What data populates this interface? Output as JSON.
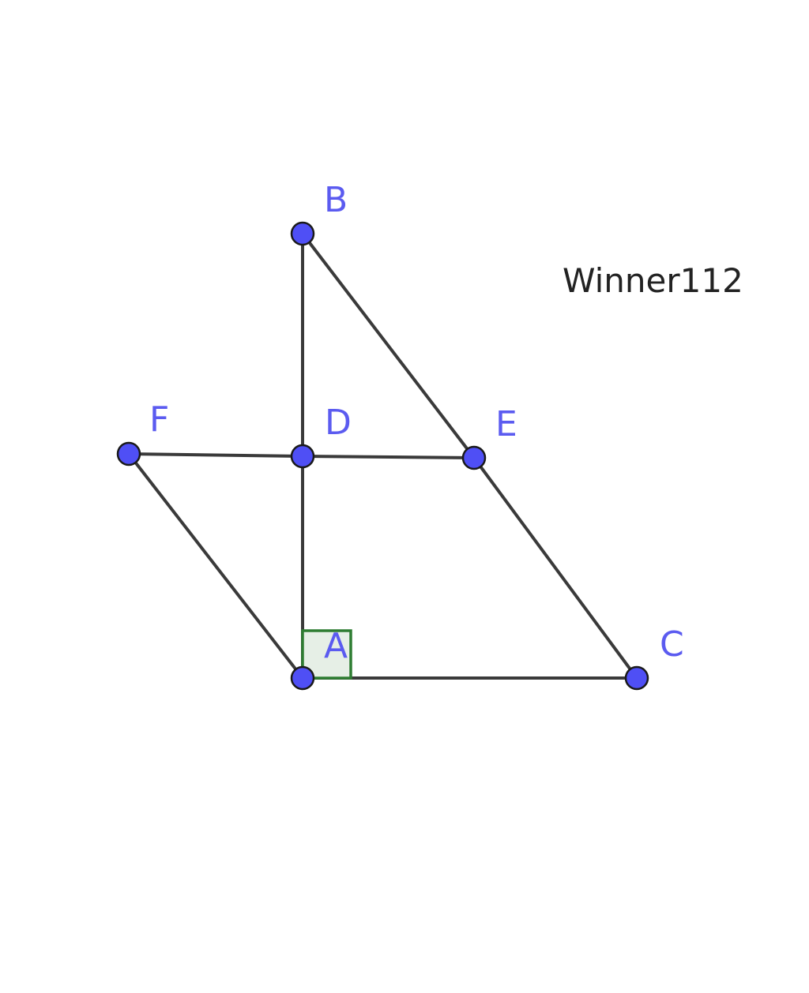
{
  "diagram": {
    "colors": {
      "point_fill": "#4f4ff5",
      "point_label": "#5b5bf0",
      "segment": "#3a3a3a",
      "right_angle_marker": "#2e7d32"
    },
    "watermark": "Winner112",
    "points": [
      {
        "id": "A",
        "label": "A"
      },
      {
        "id": "B",
        "label": "B"
      },
      {
        "id": "C",
        "label": "C"
      },
      {
        "id": "D",
        "label": "D"
      },
      {
        "id": "E",
        "label": "E"
      },
      {
        "id": "F",
        "label": "F"
      }
    ],
    "segments": [
      {
        "from": "A",
        "to": "B"
      },
      {
        "from": "B",
        "to": "E"
      },
      {
        "from": "E",
        "to": "C"
      },
      {
        "from": "A",
        "to": "C"
      },
      {
        "from": "F",
        "to": "D"
      },
      {
        "from": "D",
        "to": "E"
      },
      {
        "from": "F",
        "to": "A"
      }
    ],
    "right_angle_at": "A"
  }
}
